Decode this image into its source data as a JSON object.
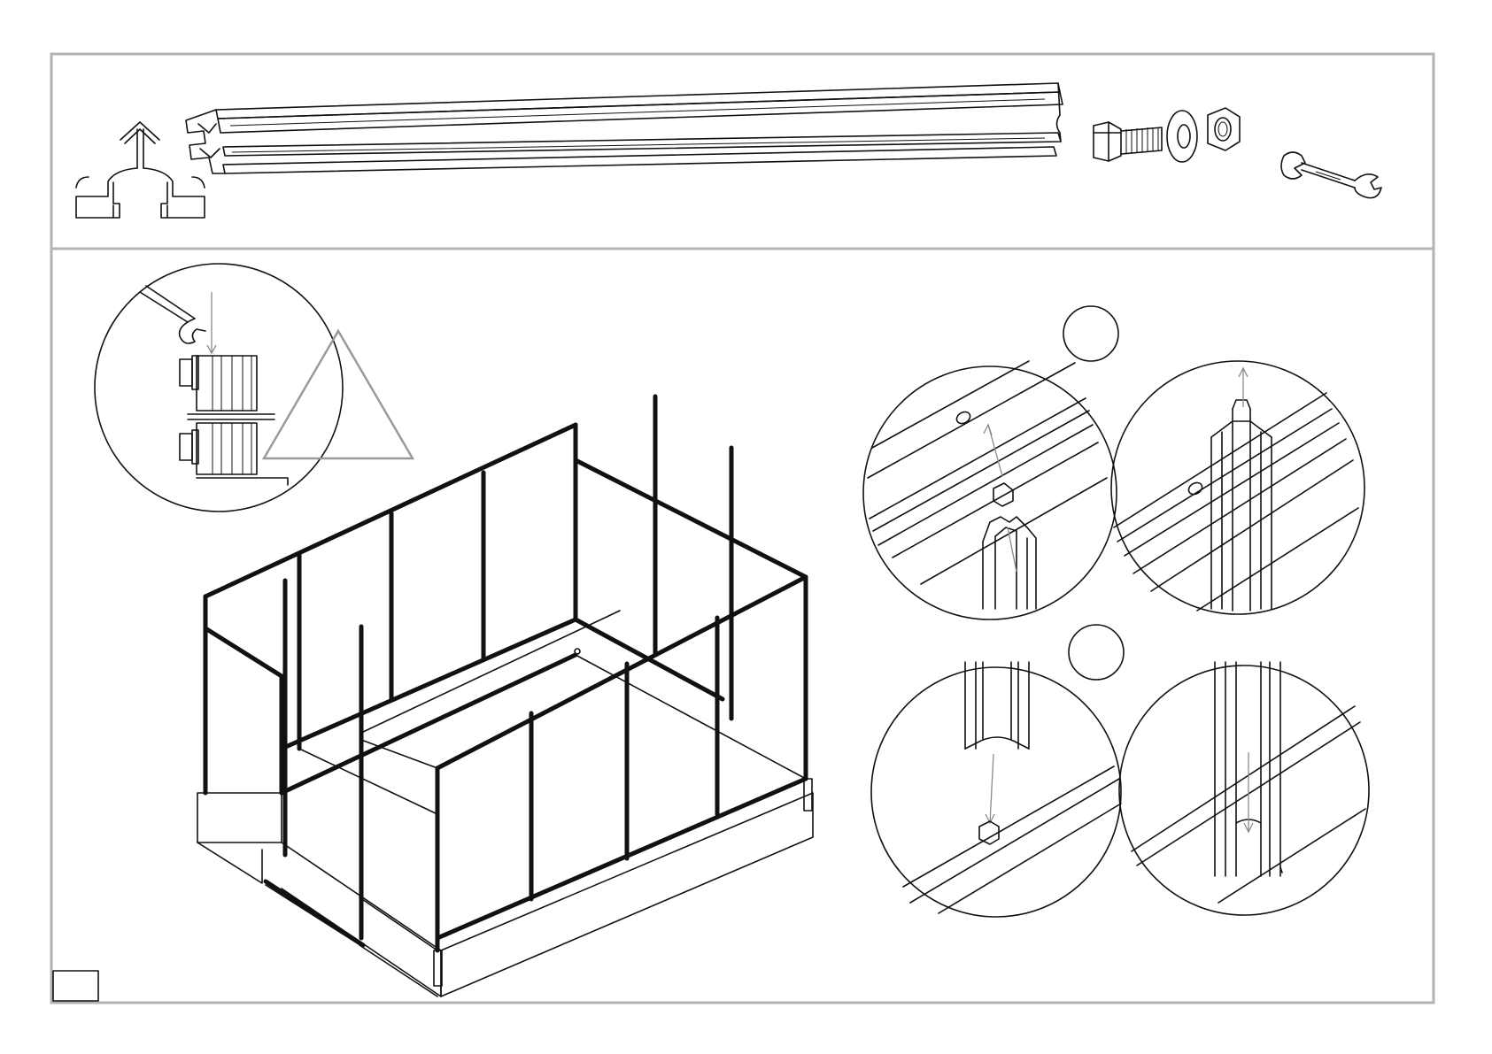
{
  "page": {
    "number": ""
  },
  "parts_strip": {
    "parts": [
      {
        "name": "corner-profile",
        "icon": "profile-cross-section-icon"
      },
      {
        "name": "aluminium-profile",
        "icon": "profile-rail-icon"
      },
      {
        "name": "bolt",
        "icon": "bolt-icon"
      },
      {
        "name": "washer",
        "icon": "washer-icon"
      },
      {
        "name": "nut",
        "icon": "nut-icon"
      },
      {
        "name": "spanner",
        "icon": "spanner-icon"
      }
    ]
  },
  "detail_views": {
    "markers": [
      {
        "label": ""
      },
      {
        "label": ""
      }
    ]
  },
  "colors": {
    "frame": "#b3b3b3",
    "ink": "#111111",
    "guide": "#9a9a9a"
  }
}
